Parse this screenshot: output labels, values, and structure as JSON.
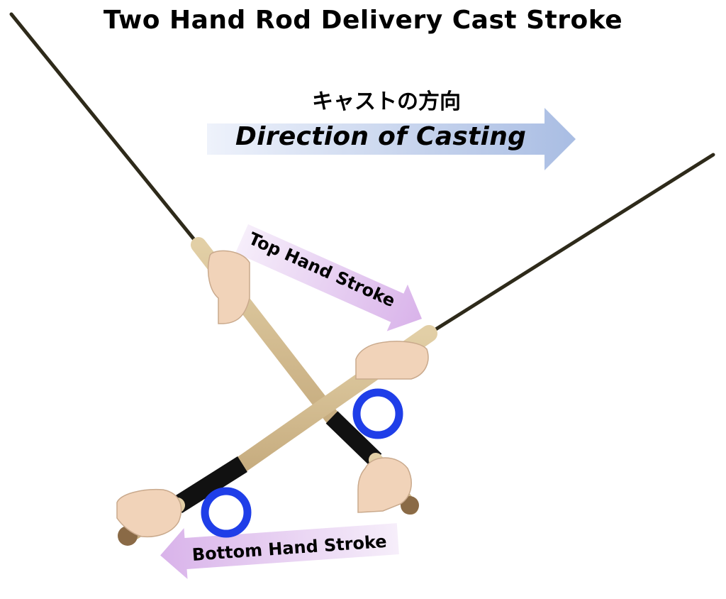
{
  "title": "Two Hand Rod Delivery Cast Stroke",
  "direction": {
    "japanese": "キャストの方向",
    "english": "Direction of Casting"
  },
  "labels": {
    "top_hand_stroke": "Top Hand Stroke",
    "bottom_hand_stroke": "Bottom Hand Stroke"
  },
  "colors": {
    "direction_arrow_light": "#eef2fb",
    "direction_arrow_dark": "#a9bde3",
    "stroke_arrow_light": "#f6eefa",
    "stroke_arrow_dark": "#d9b3ea",
    "pivot_circle": "#1f3ee8",
    "rod_blank": "#2e2a1a",
    "cork": "#d4bc91",
    "reel_seat": "#111111",
    "skin": "#f1d3b9"
  },
  "icons": [
    "rod-icon",
    "hand-icon",
    "pivot-circle-icon",
    "arrow-icon"
  ]
}
